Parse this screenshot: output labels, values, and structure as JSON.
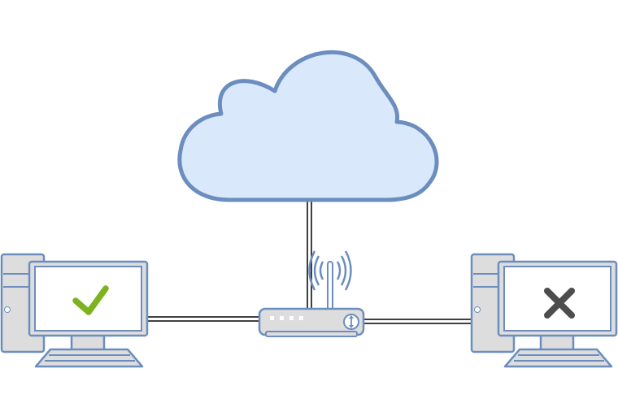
{
  "diagram": {
    "nodes": [
      {
        "id": "internet",
        "kind": "cloud"
      },
      {
        "id": "router",
        "kind": "wireless-router",
        "ports": 4
      },
      {
        "id": "computer-left",
        "kind": "desktop-computer",
        "status": "connected",
        "status_icon": "checkmark-icon"
      },
      {
        "id": "computer-right",
        "kind": "desktop-computer",
        "status": "disconnected",
        "status_icon": "cross-icon"
      }
    ],
    "links": [
      {
        "from": "internet",
        "to": "router"
      },
      {
        "from": "router",
        "to": "computer-left"
      },
      {
        "from": "router",
        "to": "computer-right"
      }
    ]
  },
  "colors": {
    "stroke": "#6c8ebf",
    "cloud_fill": "#dae8fc",
    "device_fill": "#dddddd",
    "screen_fill": "#ffffff",
    "cable": "#000000",
    "check": "#7db31e",
    "cross": "#4d4d4d"
  }
}
